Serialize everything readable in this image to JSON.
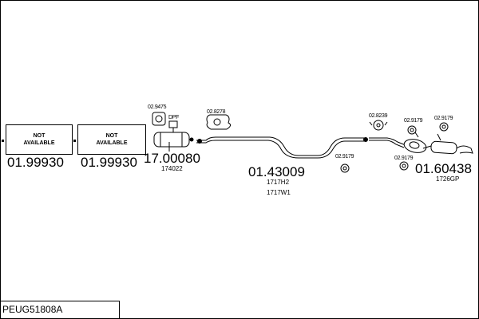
{
  "page_code": "PEUG51808A",
  "not_available": {
    "line1": "NOT",
    "line2": "AVAILABLE"
  },
  "parts": {
    "front_pipe_1": "01.99930",
    "front_pipe_2": "01.99930",
    "dpf": "17.00080",
    "dpf_ref": "174022",
    "dpf_tag": "DPF",
    "centre_pipe": "01.43009",
    "centre_ref_1": "1717H2",
    "centre_ref_2": "1717W1",
    "rear_silencer": "01.60438",
    "rear_ref": "1726GP"
  },
  "fittings": {
    "gasket": "02.9475",
    "clamp_front": "02.8278",
    "clamp_mid": "02.8239",
    "rubber_1": "02.9179",
    "rubber_2": "02.9179",
    "rubber_3": "02.9179",
    "rubber_4": "02.9179"
  }
}
